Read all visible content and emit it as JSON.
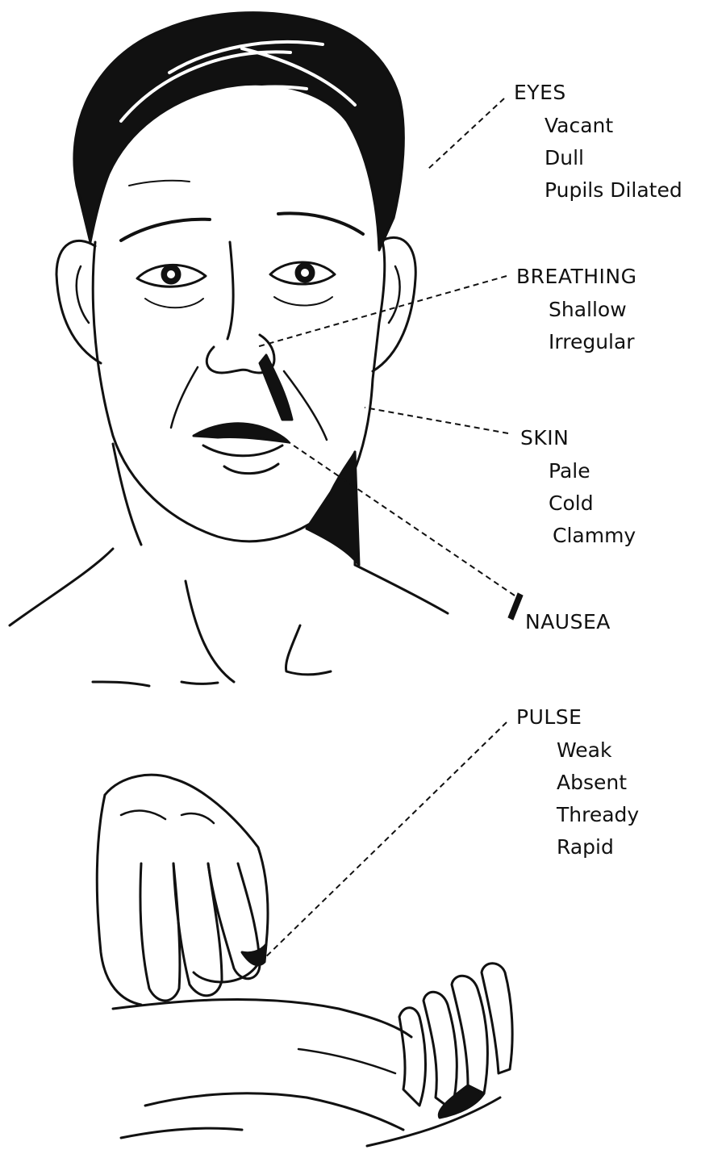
{
  "labels": {
    "eyes": {
      "heading": "EYES",
      "items": [
        "Vacant",
        "Dull",
        "Pupils Dilated"
      ]
    },
    "breathing": {
      "heading": "BREATHING",
      "items": [
        "Shallow",
        "Irregular"
      ]
    },
    "skin": {
      "heading": "SKIN",
      "items": [
        "Pale",
        "Cold",
        "Clammy"
      ]
    },
    "nausea": {
      "heading": "NAUSEA"
    },
    "pulse": {
      "heading": "PULSE",
      "items": [
        "Weak",
        "Absent",
        "Thready",
        "Rapid"
      ]
    }
  },
  "colors": {
    "ink": "#111111",
    "background": "#ffffff"
  }
}
